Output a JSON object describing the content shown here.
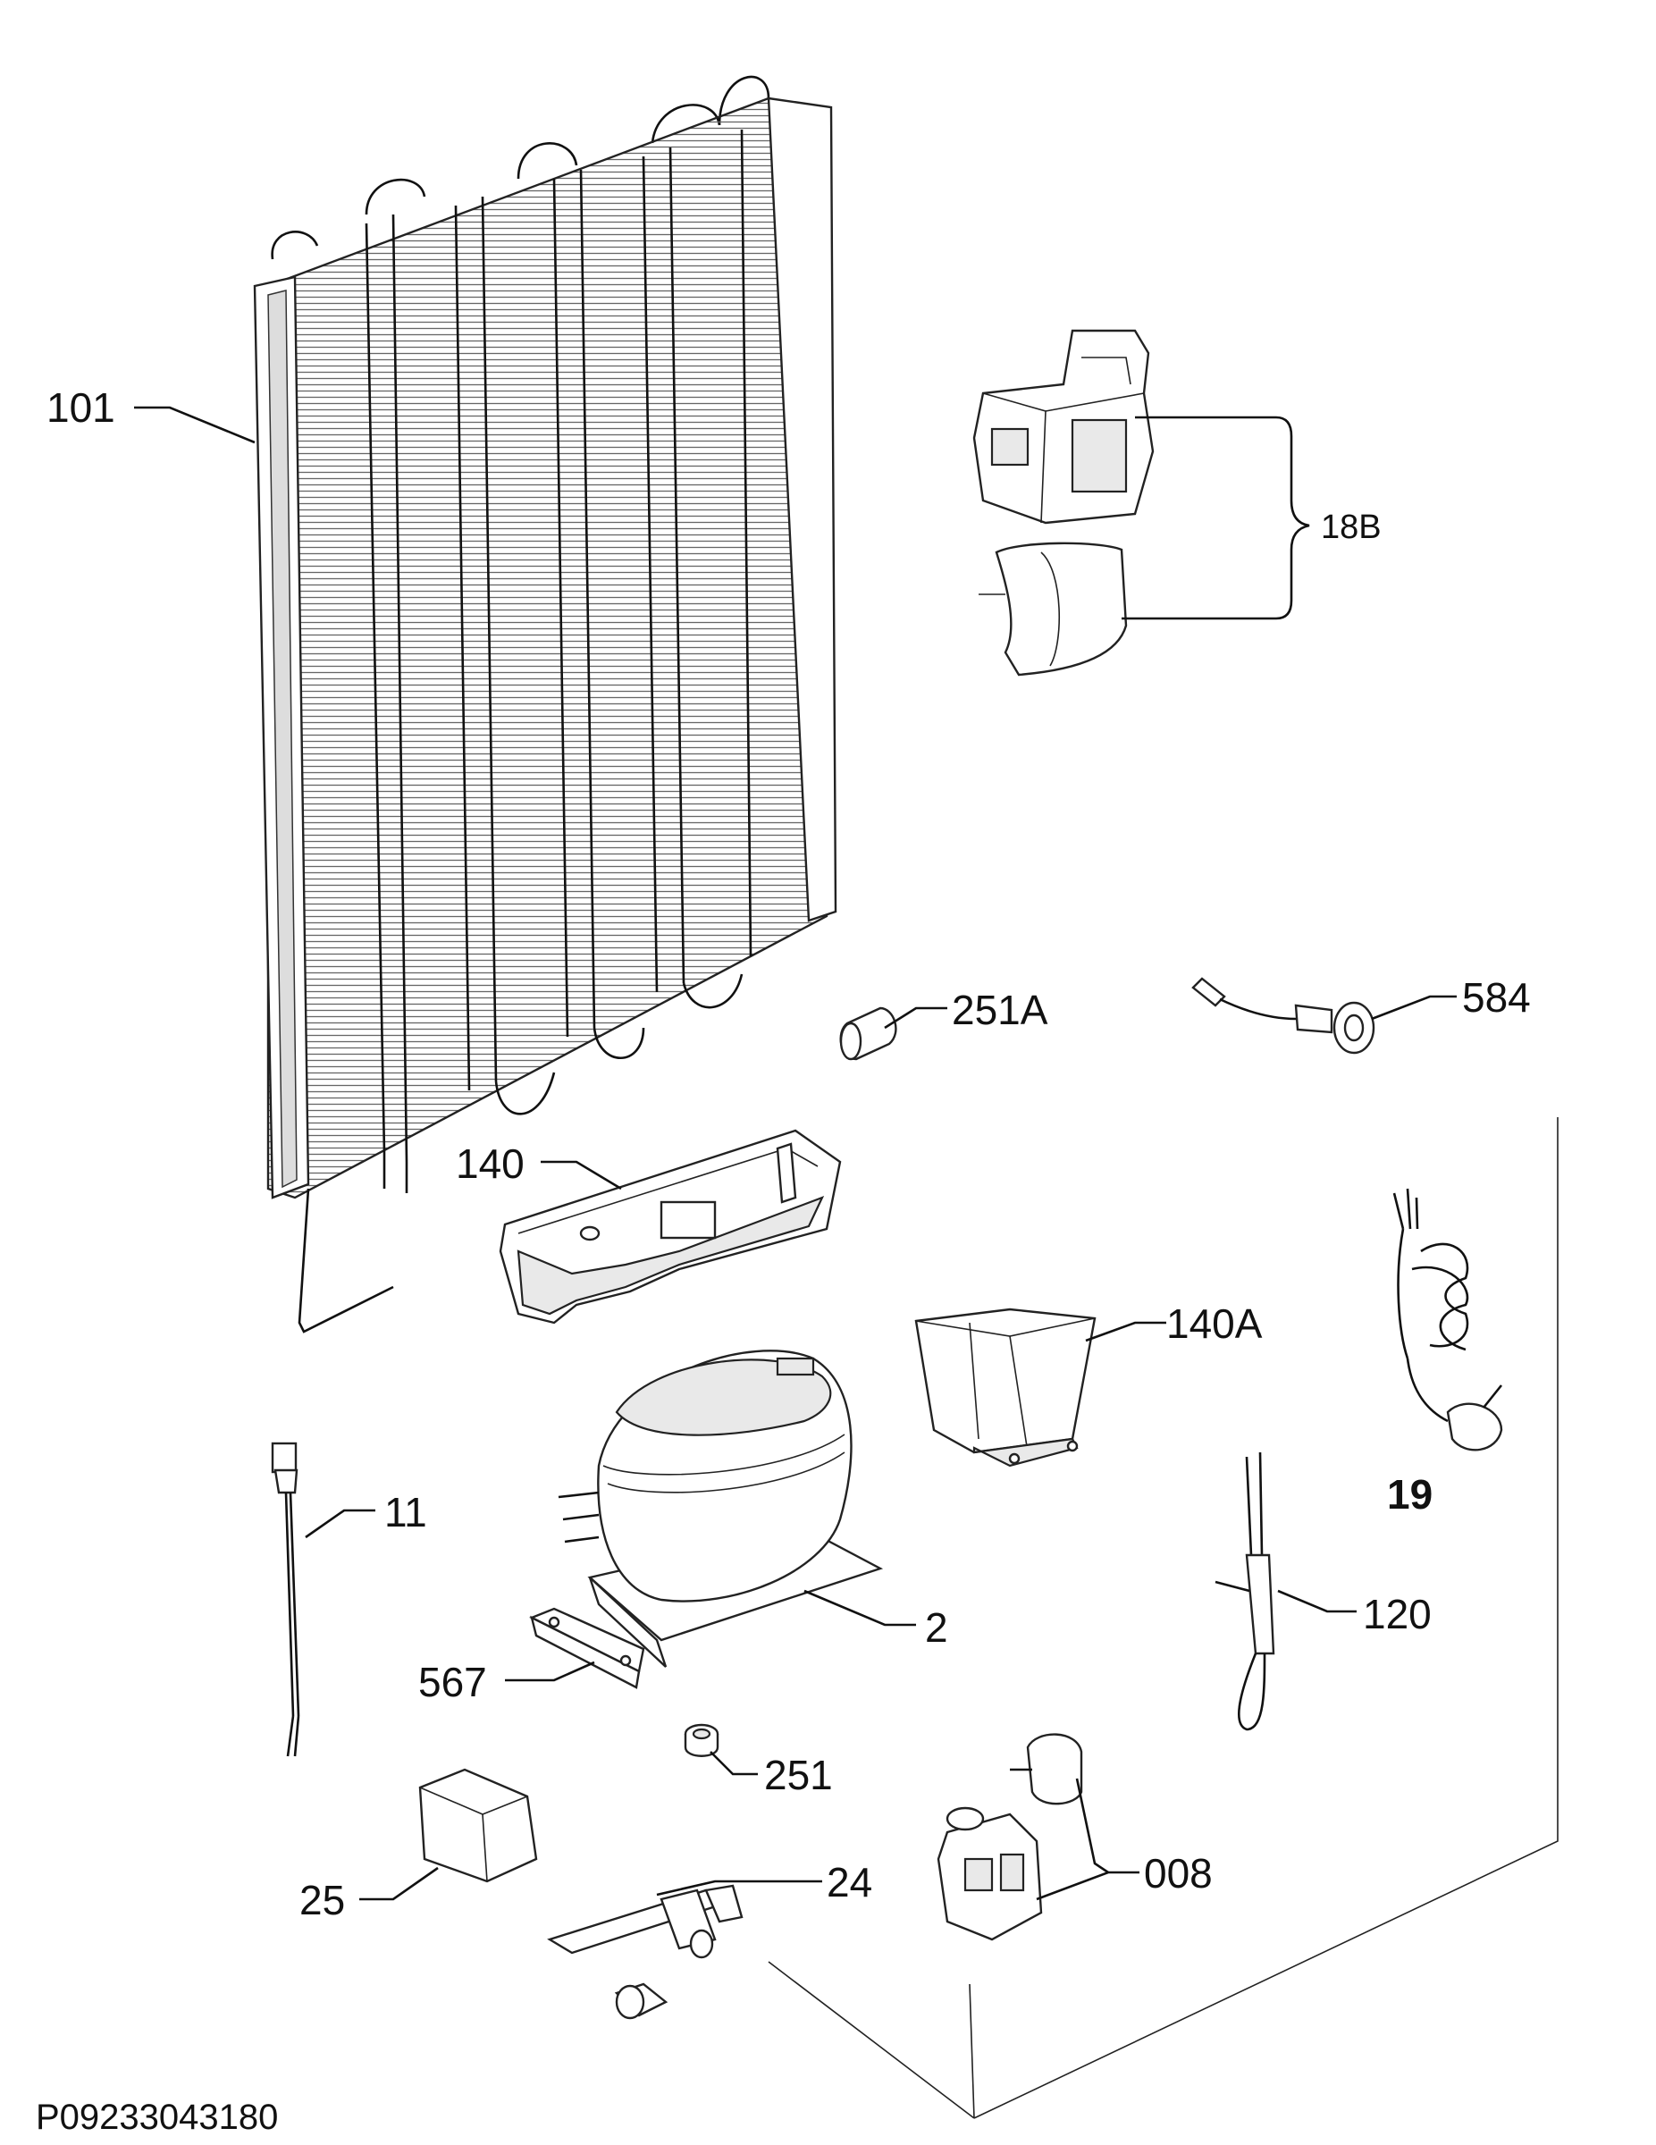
{
  "labels": {
    "condenser": "101",
    "thermostat_assembly": "18B",
    "vibration_damper_a": "251A",
    "cable_sensor": "584",
    "drip_tray": "140",
    "tray_cup": "140A",
    "heater": "19",
    "relay_lead": "11",
    "compressor": "2",
    "drier_filter": "120",
    "mounting_plate": "567",
    "grommet": "251",
    "capacitor": "25",
    "clip": "24",
    "starter_relay": "008"
  },
  "drawing_code": "P09233043180"
}
